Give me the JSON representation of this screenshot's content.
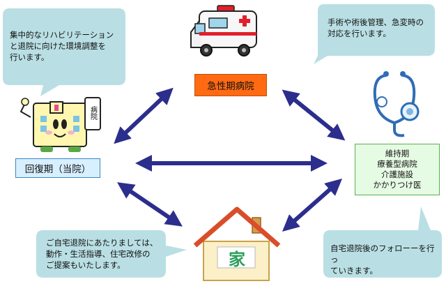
{
  "nodes": {
    "acute": "急性期病院",
    "recovery": "回復期（当院）",
    "maintenance": {
      "title": "維持期",
      "items": [
        "療養型病院",
        "介護施設",
        "かかりつけ医"
      ]
    }
  },
  "bubbles": {
    "recovery_note": "集中的なリハビリテーション\nと退院に向けた環境調整を\n行います。",
    "acute_note": "手術や術後管理、急変時の\n対応を行います。",
    "home_note": "ご自宅退院にあたりましては、\n動作・生活指導、住宅改修の\nご提案もいたします。",
    "followup_note": "自宅退院後のフォローーを行っ\nていきます。"
  },
  "icons": {
    "ambulance": "ambulance-icon",
    "hospital": "hospital-mascot-icon",
    "hospital_sign": "病院",
    "stethoscope": "stethoscope-icon",
    "house": "house-icon",
    "house_label": "家"
  },
  "colors": {
    "bubble_fill": "#b9dfe4",
    "arrow": "#2b2e8c",
    "acute_box": "#ff6a12",
    "recovery_box": "#d7efff",
    "maintenance_box": "#e6fbe4"
  }
}
